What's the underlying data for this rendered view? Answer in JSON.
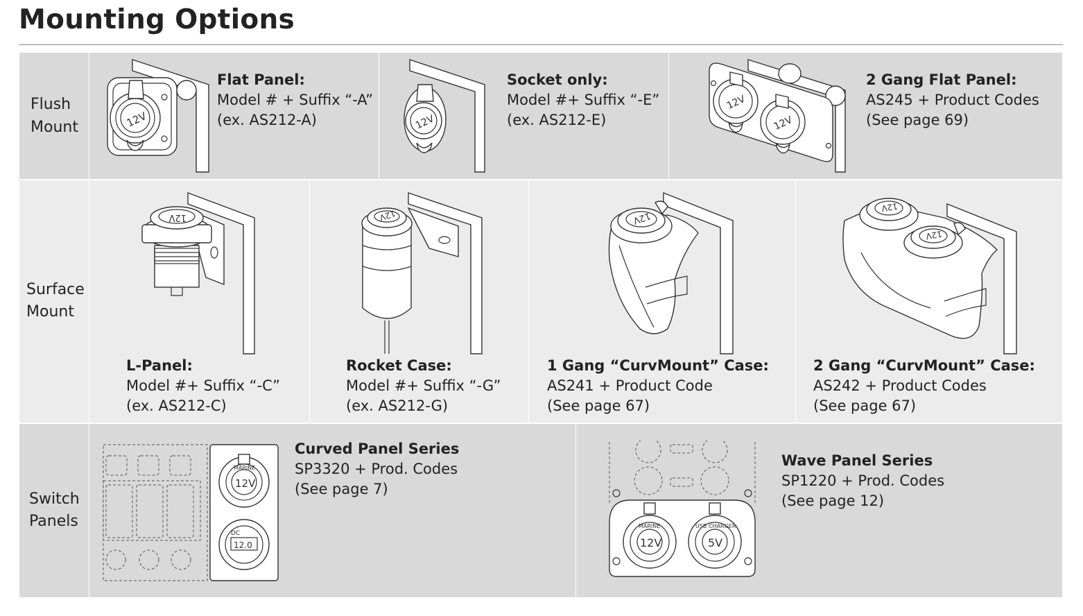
{
  "title": "Mounting Options",
  "rows": {
    "flush": {
      "label": [
        "Flush",
        "Mount"
      ],
      "items": [
        {
          "title": "Flat Panel:",
          "line1": "Model # + Suffix “-A”",
          "line2": "(ex. AS212-A)"
        },
        {
          "title": "Socket only:",
          "line1": "Model #+ Suffix “-E”",
          "line2": "(ex. AS212-E)"
        },
        {
          "title": "2 Gang Flat Panel:",
          "line1": "AS245 + Product Codes",
          "line2": "(See page 69)"
        }
      ]
    },
    "surface": {
      "label": [
        "Surface",
        "Mount"
      ],
      "items": [
        {
          "title": "L-Panel:",
          "line1": "Model #+ Suffix “-C”",
          "line2": "(ex. AS212-C)"
        },
        {
          "title": "Rocket Case:",
          "line1": "Model #+ Suffix “-G”",
          "line2": "(ex. AS212-G)"
        },
        {
          "title": "1 Gang “CurvMount” Case:",
          "line1": "AS241 + Product Code",
          "line2": "(See page 67)"
        },
        {
          "title": "2 Gang “CurvMount” Case:",
          "line1": "AS242 + Product Codes",
          "line2": "(See page 67)"
        }
      ]
    },
    "switch": {
      "label": [
        "Switch",
        "Panels"
      ],
      "items": [
        {
          "title": "Curved Panel Series",
          "line1": "SP3320 + Prod. Codes",
          "line2": "(See page 7)"
        },
        {
          "title": "Wave Panel Series",
          "line1": "SP1220 + Prod. Codes",
          "line2": "(See page 12)"
        }
      ]
    }
  },
  "socket_text": {
    "v12": "12V",
    "v5": "5V",
    "marine": "MARINE",
    "usb": "USB CHARGER",
    "dc": "DC",
    "meter": "12.0"
  }
}
